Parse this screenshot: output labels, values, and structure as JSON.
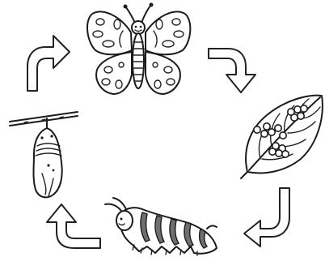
{
  "diagram": {
    "type": "butterfly-life-cycle",
    "stages": [
      {
        "id": "adult",
        "icon": "butterfly-icon"
      },
      {
        "id": "eggs",
        "icon": "eggs-on-leaf-icon"
      },
      {
        "id": "larva",
        "icon": "caterpillar-icon"
      },
      {
        "id": "pupa",
        "icon": "chrysalis-icon"
      }
    ],
    "arrows": [
      "adult-to-eggs",
      "eggs-to-larva",
      "larva-to-pupa",
      "pupa-to-adult"
    ]
  }
}
